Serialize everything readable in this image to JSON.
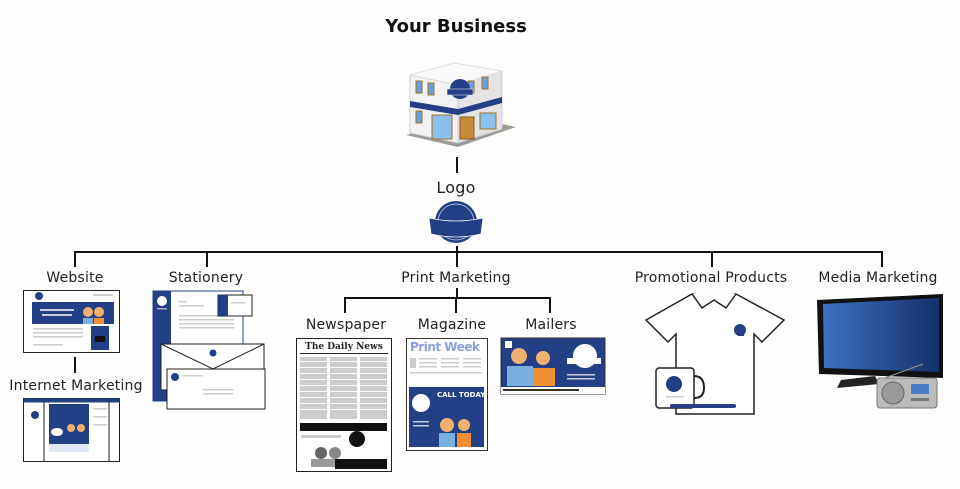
{
  "diagram": {
    "title": "Your Business",
    "root": {
      "label": "Logo"
    },
    "branches": [
      {
        "label": "Website",
        "child": {
          "label": "Internet Marketing"
        }
      },
      {
        "label": "Stationery"
      },
      {
        "label": "Print Marketing",
        "children": [
          {
            "label": "Newspaper",
            "masthead": "The Daily News"
          },
          {
            "label": "Magazine",
            "masthead": "Print Week",
            "cta": "CALL TODAY"
          },
          {
            "label": "Mailers"
          }
        ]
      },
      {
        "label": "Promotional Products"
      },
      {
        "label": "Media Marketing"
      }
    ]
  },
  "colors": {
    "brand_navy": "#233f86",
    "line": "#111111",
    "background": "#fdfdfb",
    "tv_screen": "#2a5aa8"
  }
}
